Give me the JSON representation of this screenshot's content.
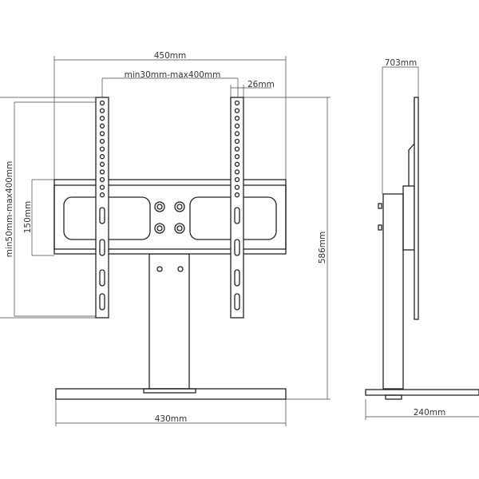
{
  "front_view": {
    "overall_width": "450mm",
    "rail_spacing": "min30mm-max400mm",
    "rail_width": "26mm",
    "vertical_range": "min50mm-max400mm",
    "plate_height": "150mm",
    "base_width": "430mm"
  },
  "overall_height": "586mm",
  "side_view": {
    "top_dimension": "703mm",
    "base_depth": "240mm"
  },
  "colors": {
    "line": "#222222",
    "background": "#ffffff"
  }
}
